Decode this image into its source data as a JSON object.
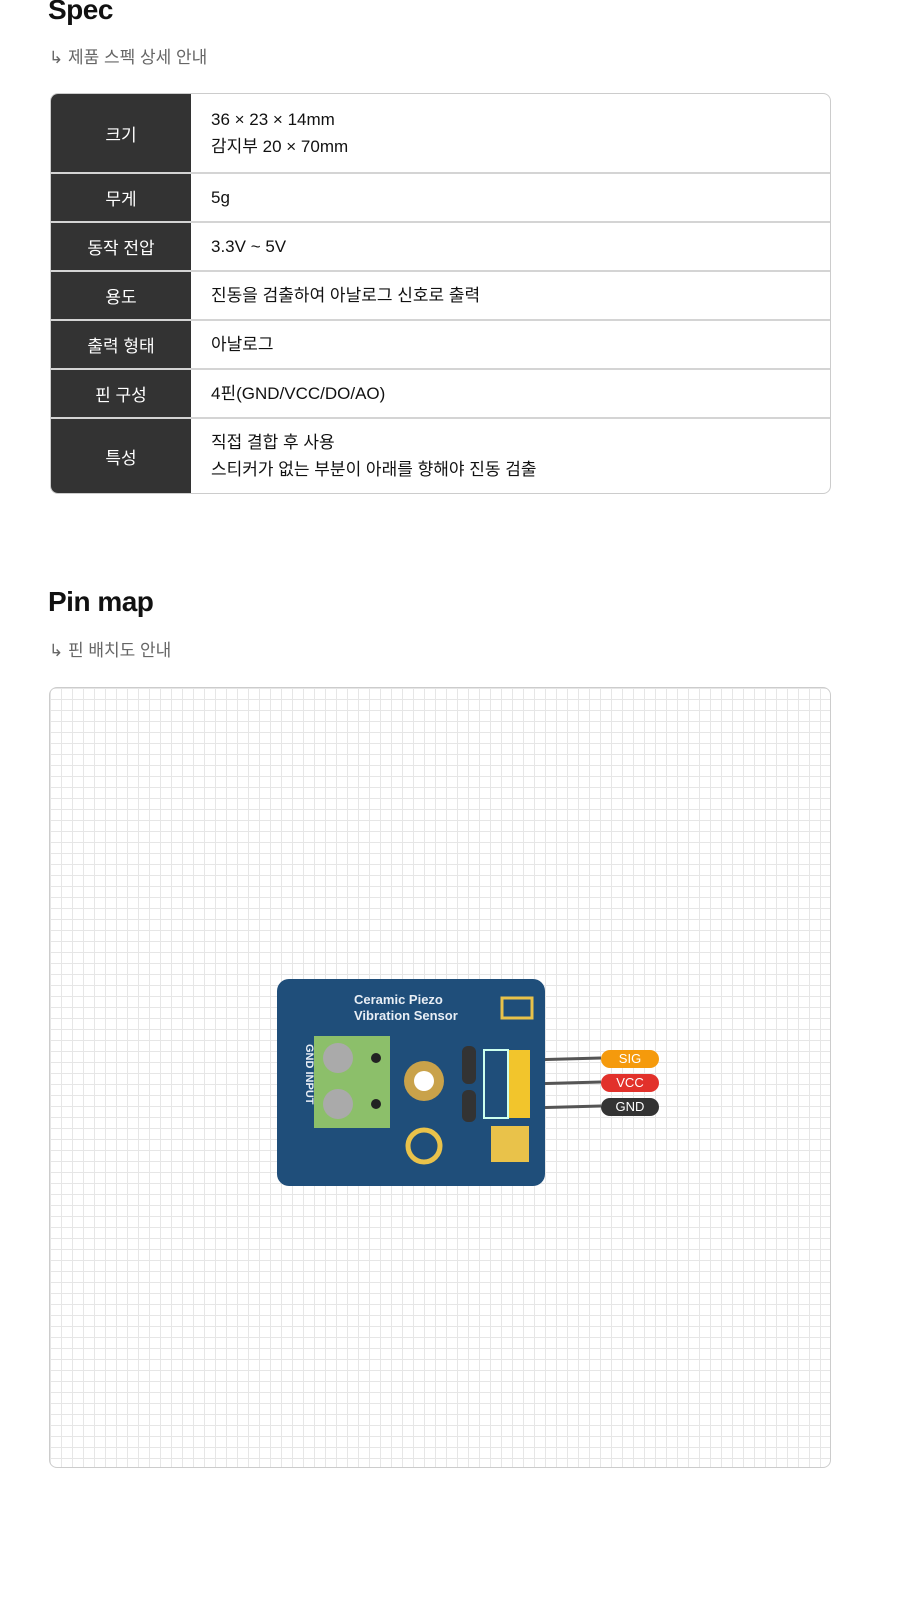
{
  "spec": {
    "title": "Spec",
    "subtitle": "↳ 제품 스펙 상세 안내",
    "rows": [
      {
        "label": "크기",
        "lines": [
          "36 × 23 × 14mm",
          "감지부 20 × 70mm"
        ]
      },
      {
        "label": "무게",
        "lines": [
          "5g"
        ]
      },
      {
        "label": "동작 전압",
        "lines": [
          "3.3V ~ 5V"
        ]
      },
      {
        "label": "용도",
        "lines": [
          "진동을 검출하여 아날로그 신호로 출력"
        ]
      },
      {
        "label": "출력 형태",
        "lines": [
          "아날로그"
        ]
      },
      {
        "label": "핀 구성",
        "lines": [
          "4핀(GND/VCC/DO/AO)"
        ]
      },
      {
        "label": "특성",
        "lines": [
          "직접 결합 후 사용",
          "스티커가 없는 부분이 아래를 향해야 진동 검출"
        ]
      }
    ]
  },
  "pinmap": {
    "title": "Pin map",
    "subtitle": "↳ 핀 배치도 안내",
    "board_text": [
      "Ceramic Piezo",
      "Vibration Sensor"
    ],
    "terminal_text": "GND INPUT",
    "pins": [
      {
        "label": "SIG",
        "color": "#f59a0c"
      },
      {
        "label": "VCC",
        "color": "#e2312b"
      },
      {
        "label": "GND",
        "color": "#333333"
      }
    ]
  }
}
